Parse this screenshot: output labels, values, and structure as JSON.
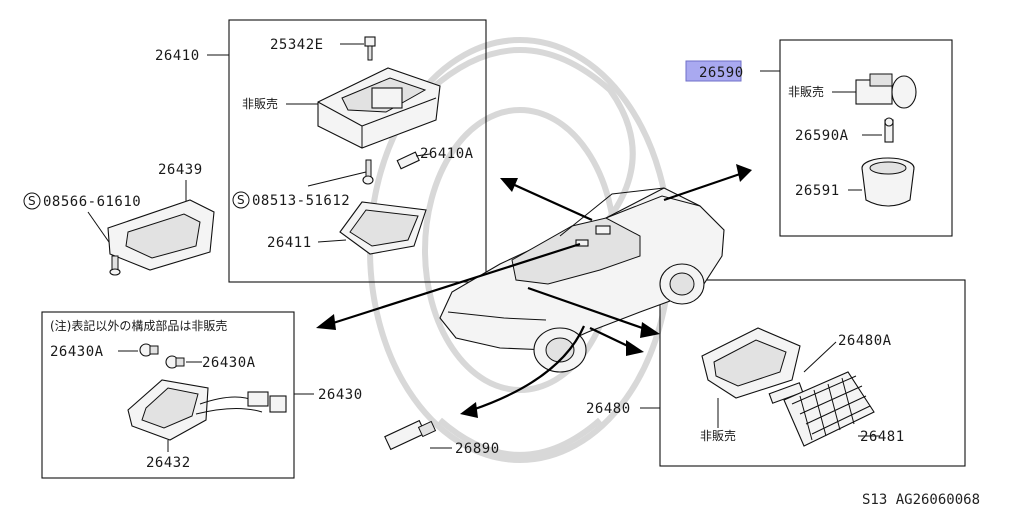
{
  "highlight_color": "#a9a9f0",
  "highlight_part": "26590",
  "labels": {
    "p26410": "26410",
    "p25342E": "25342E",
    "hanbai1": "非販売",
    "p26410A": "26410A",
    "s08513": "08513-51612",
    "p26411": "26411",
    "p26439": "26439",
    "s08566": "08566-61610",
    "p26590": "26590",
    "hanbai2": "非販売",
    "p26590A": "26590A",
    "p26591": "26591",
    "note": "(注)表記以外の構成部品は非販売",
    "p26430A_1": "26430A",
    "p26430A_2": "26430A",
    "p26430": "26430",
    "p26432": "26432",
    "p26890": "26890",
    "p26480": "26480",
    "p26480A": "26480A",
    "hanbai3": "非販売",
    "p26481": "26481"
  },
  "screw_symbol": "S",
  "footer": "S13  AG26060068"
}
